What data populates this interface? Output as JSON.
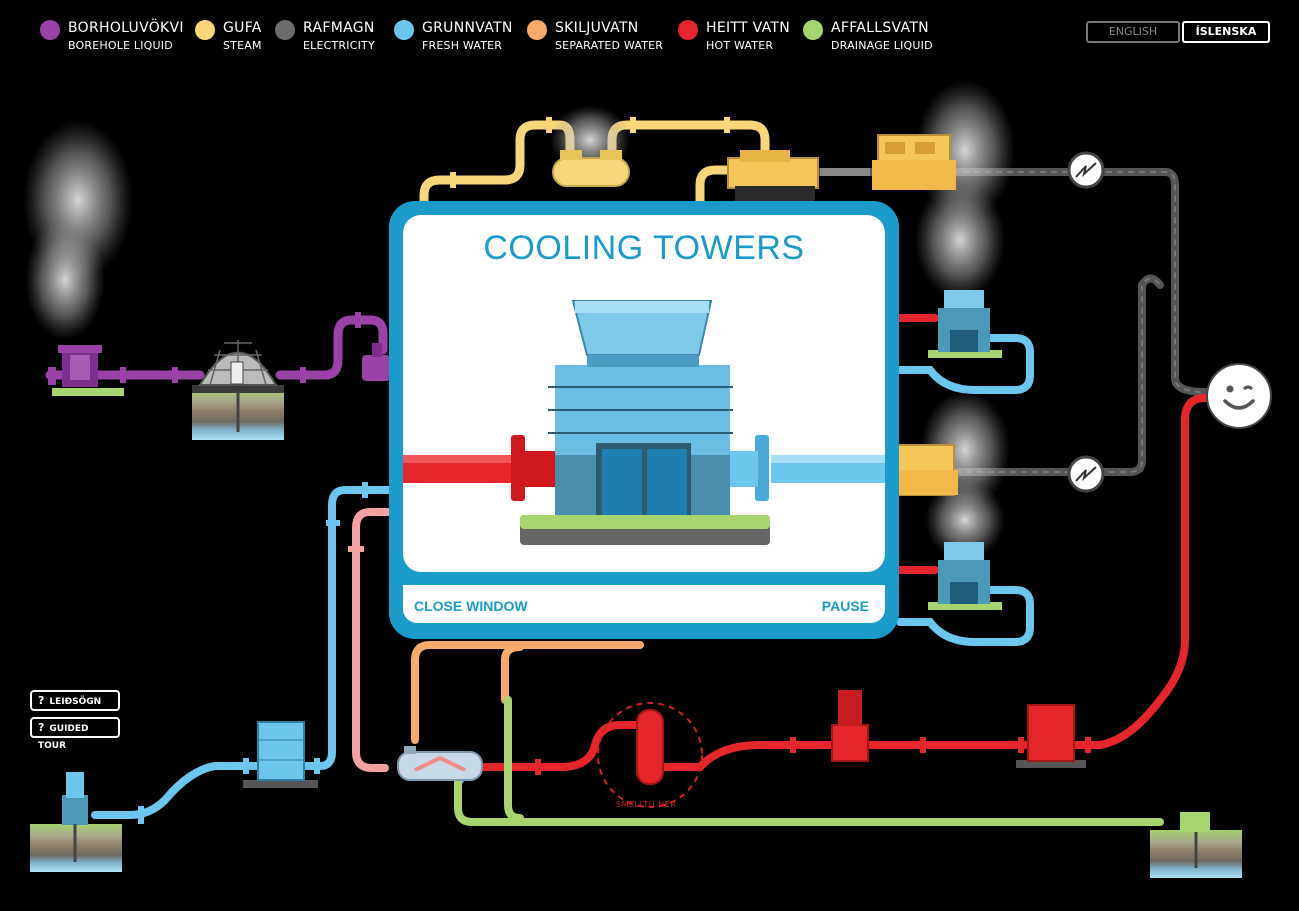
{
  "legend": [
    {
      "main": "BORHOLUVÖKVI",
      "sub": "BOREHOLE LIQUID",
      "color": "#9b42a8"
    },
    {
      "main": "GUFA",
      "sub": "STEAM",
      "color": "#f7d77a"
    },
    {
      "main": "RAFMAGN",
      "sub": "ELECTRICITY",
      "color": "#6d6d6d"
    },
    {
      "main": "GRUNNVATN",
      "sub": "FRESH WATER",
      "color": "#6cc6ee"
    },
    {
      "main": "SKILJUVATN",
      "sub": "SEPARATED WATER",
      "color": "#f6aa6b"
    },
    {
      "main": "HEITT VATN",
      "sub": "HOT WATER",
      "color": "#e5262c"
    },
    {
      "main": "AFFALLSVATN",
      "sub": "DRAINAGE LIQUID",
      "color": "#a8d46f"
    }
  ],
  "language": {
    "english": "ENGLISH",
    "icelandic": "ÍSLENSKA",
    "active": "icelandic"
  },
  "tour": {
    "is": "LEIÐSÖGN",
    "en": "GUIDED TOUR",
    "glyph": "?"
  },
  "modal": {
    "title": "COOLING TOWERS",
    "close_label": "CLOSE WINDOW",
    "pause_label": "PAUSE",
    "accent": "#1b9bc9"
  },
  "diagram": {
    "melt_label": "SMELLTU HÉR",
    "icons": [
      "steam-cloud",
      "pump",
      "separator",
      "turbine",
      "generator",
      "cooling-tower",
      "smiley",
      "heat-exchanger",
      "tank"
    ]
  }
}
